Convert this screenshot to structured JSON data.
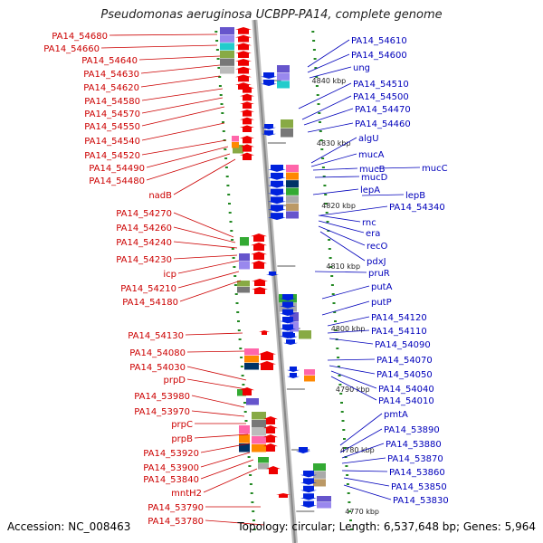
{
  "title": "Pseudomonas aeruginosa UCBPP-PA14, complete genome",
  "accession": "Accession: NC_008463",
  "footer": "Topology: circular; Length: 6,537,648 bp; Genes: 5,964",
  "colors": {
    "left_label": "#cc0000",
    "right_label": "#0000bb",
    "forward_gene": "#ee0000",
    "reverse_gene": "#0022dd",
    "backbone": "#999999",
    "tick": "#228822"
  },
  "left_labels": [
    "PA14_54680",
    "PA14_54660",
    "PA14_54640",
    "PA14_54630",
    "PA14_54620",
    "PA14_54580",
    "PA14_54570",
    "PA14_54550",
    "PA14_54540",
    "PA14_54520",
    "PA14_54490",
    "PA14_54480",
    "nadB",
    "PA14_54270",
    "PA14_54260",
    "PA14_54240",
    "PA14_54230",
    "icp",
    "PA14_54210",
    "PA14_54180",
    "PA14_54130",
    "PA14_54080",
    "PA14_54030",
    "prpD",
    "PA14_53980",
    "PA14_53970",
    "prpC",
    "prpB",
    "PA14_53920",
    "PA14_53900",
    "PA14_53840",
    "mntH2",
    "PA14_53790",
    "PA14_53780"
  ],
  "right_labels": [
    "PA14_54610",
    "PA14_54600",
    "ung",
    "PA14_54510",
    "PA14_54500",
    "PA14_54470",
    "PA14_54460",
    "algU",
    "mucA",
    "mucB",
    "mucC",
    "mucD",
    "lepA",
    "lepB",
    "PA14_54340",
    "rnc",
    "era",
    "recO",
    "pdxJ",
    "pruR",
    "putA",
    "putP",
    "PA14_54120",
    "PA14_54110",
    "PA14_54090",
    "PA14_54070",
    "PA14_54050",
    "PA14_54040",
    "PA14_54010",
    "pmtA",
    "PA14_53890",
    "PA14_53880",
    "PA14_53870",
    "PA14_53860",
    "PA14_53850",
    "PA14_53830"
  ],
  "kbp_marks": [
    "4840 kbp",
    "4830 kbp",
    "4820 kbp",
    "4810 kbp",
    "4800 kbp",
    "4790 kbp",
    "4780 kbp",
    "4770 kbp"
  ]
}
